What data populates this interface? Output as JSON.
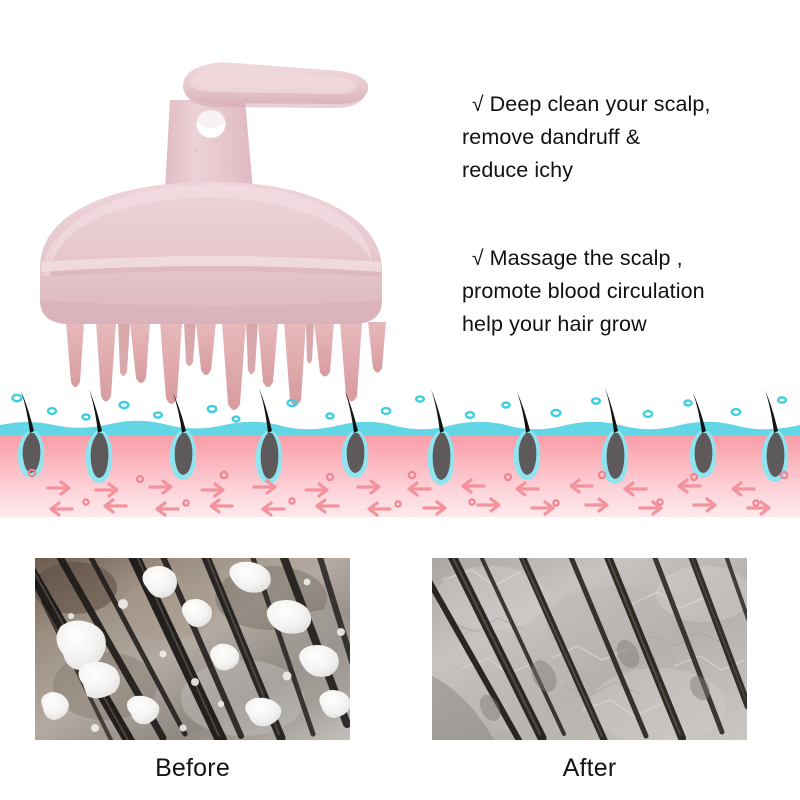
{
  "product": {
    "name": "silicone-scalp-massager-brush",
    "body_color": "#e6c6cd",
    "body_highlight": "#f0dade",
    "body_shadow": "#d9b0b8",
    "bristle_color": "#dfa9ac",
    "bristle_shadow": "#c98f94",
    "handle_color": "#e9cbd2",
    "hole_color": "#ffffff"
  },
  "benefits": [
    {
      "check": "√",
      "lines": [
        "Deep clean your scalp,",
        "remove dandruff &",
        "reduce ichy"
      ]
    },
    {
      "check": "√",
      "lines": [
        "Massage the scalp ,",
        "promote blood circulation",
        "help your hair grow"
      ]
    }
  ],
  "scalp_illustration": {
    "name": "scalp-cross-section-diagram",
    "skin_top_color": "#f79aa6",
    "skin_bottom_color": "#fde7ea",
    "water_color": "#63d6e6",
    "follicle_color": "#5e5a5c",
    "hair_color": "#141414",
    "arrow_color": "#f49aa4",
    "bubble_color": "#3ecfe2",
    "follicle_count": 9,
    "bubble_count": 17,
    "arrow_rows": 2
  },
  "comparison": {
    "before": {
      "caption": "Before",
      "alt": "microscope view of scalp with white dandruff flakes among dark hair strands",
      "skin_color": "#9b948e",
      "flake_color": "#f4f3f1",
      "hair_color": "#1d1a19"
    },
    "after": {
      "caption": "After",
      "alt": "microscope view of clean scalp with clear hair strands and no flakes",
      "skin_color": "#b9b5b2",
      "hair_color": "#242120"
    }
  }
}
